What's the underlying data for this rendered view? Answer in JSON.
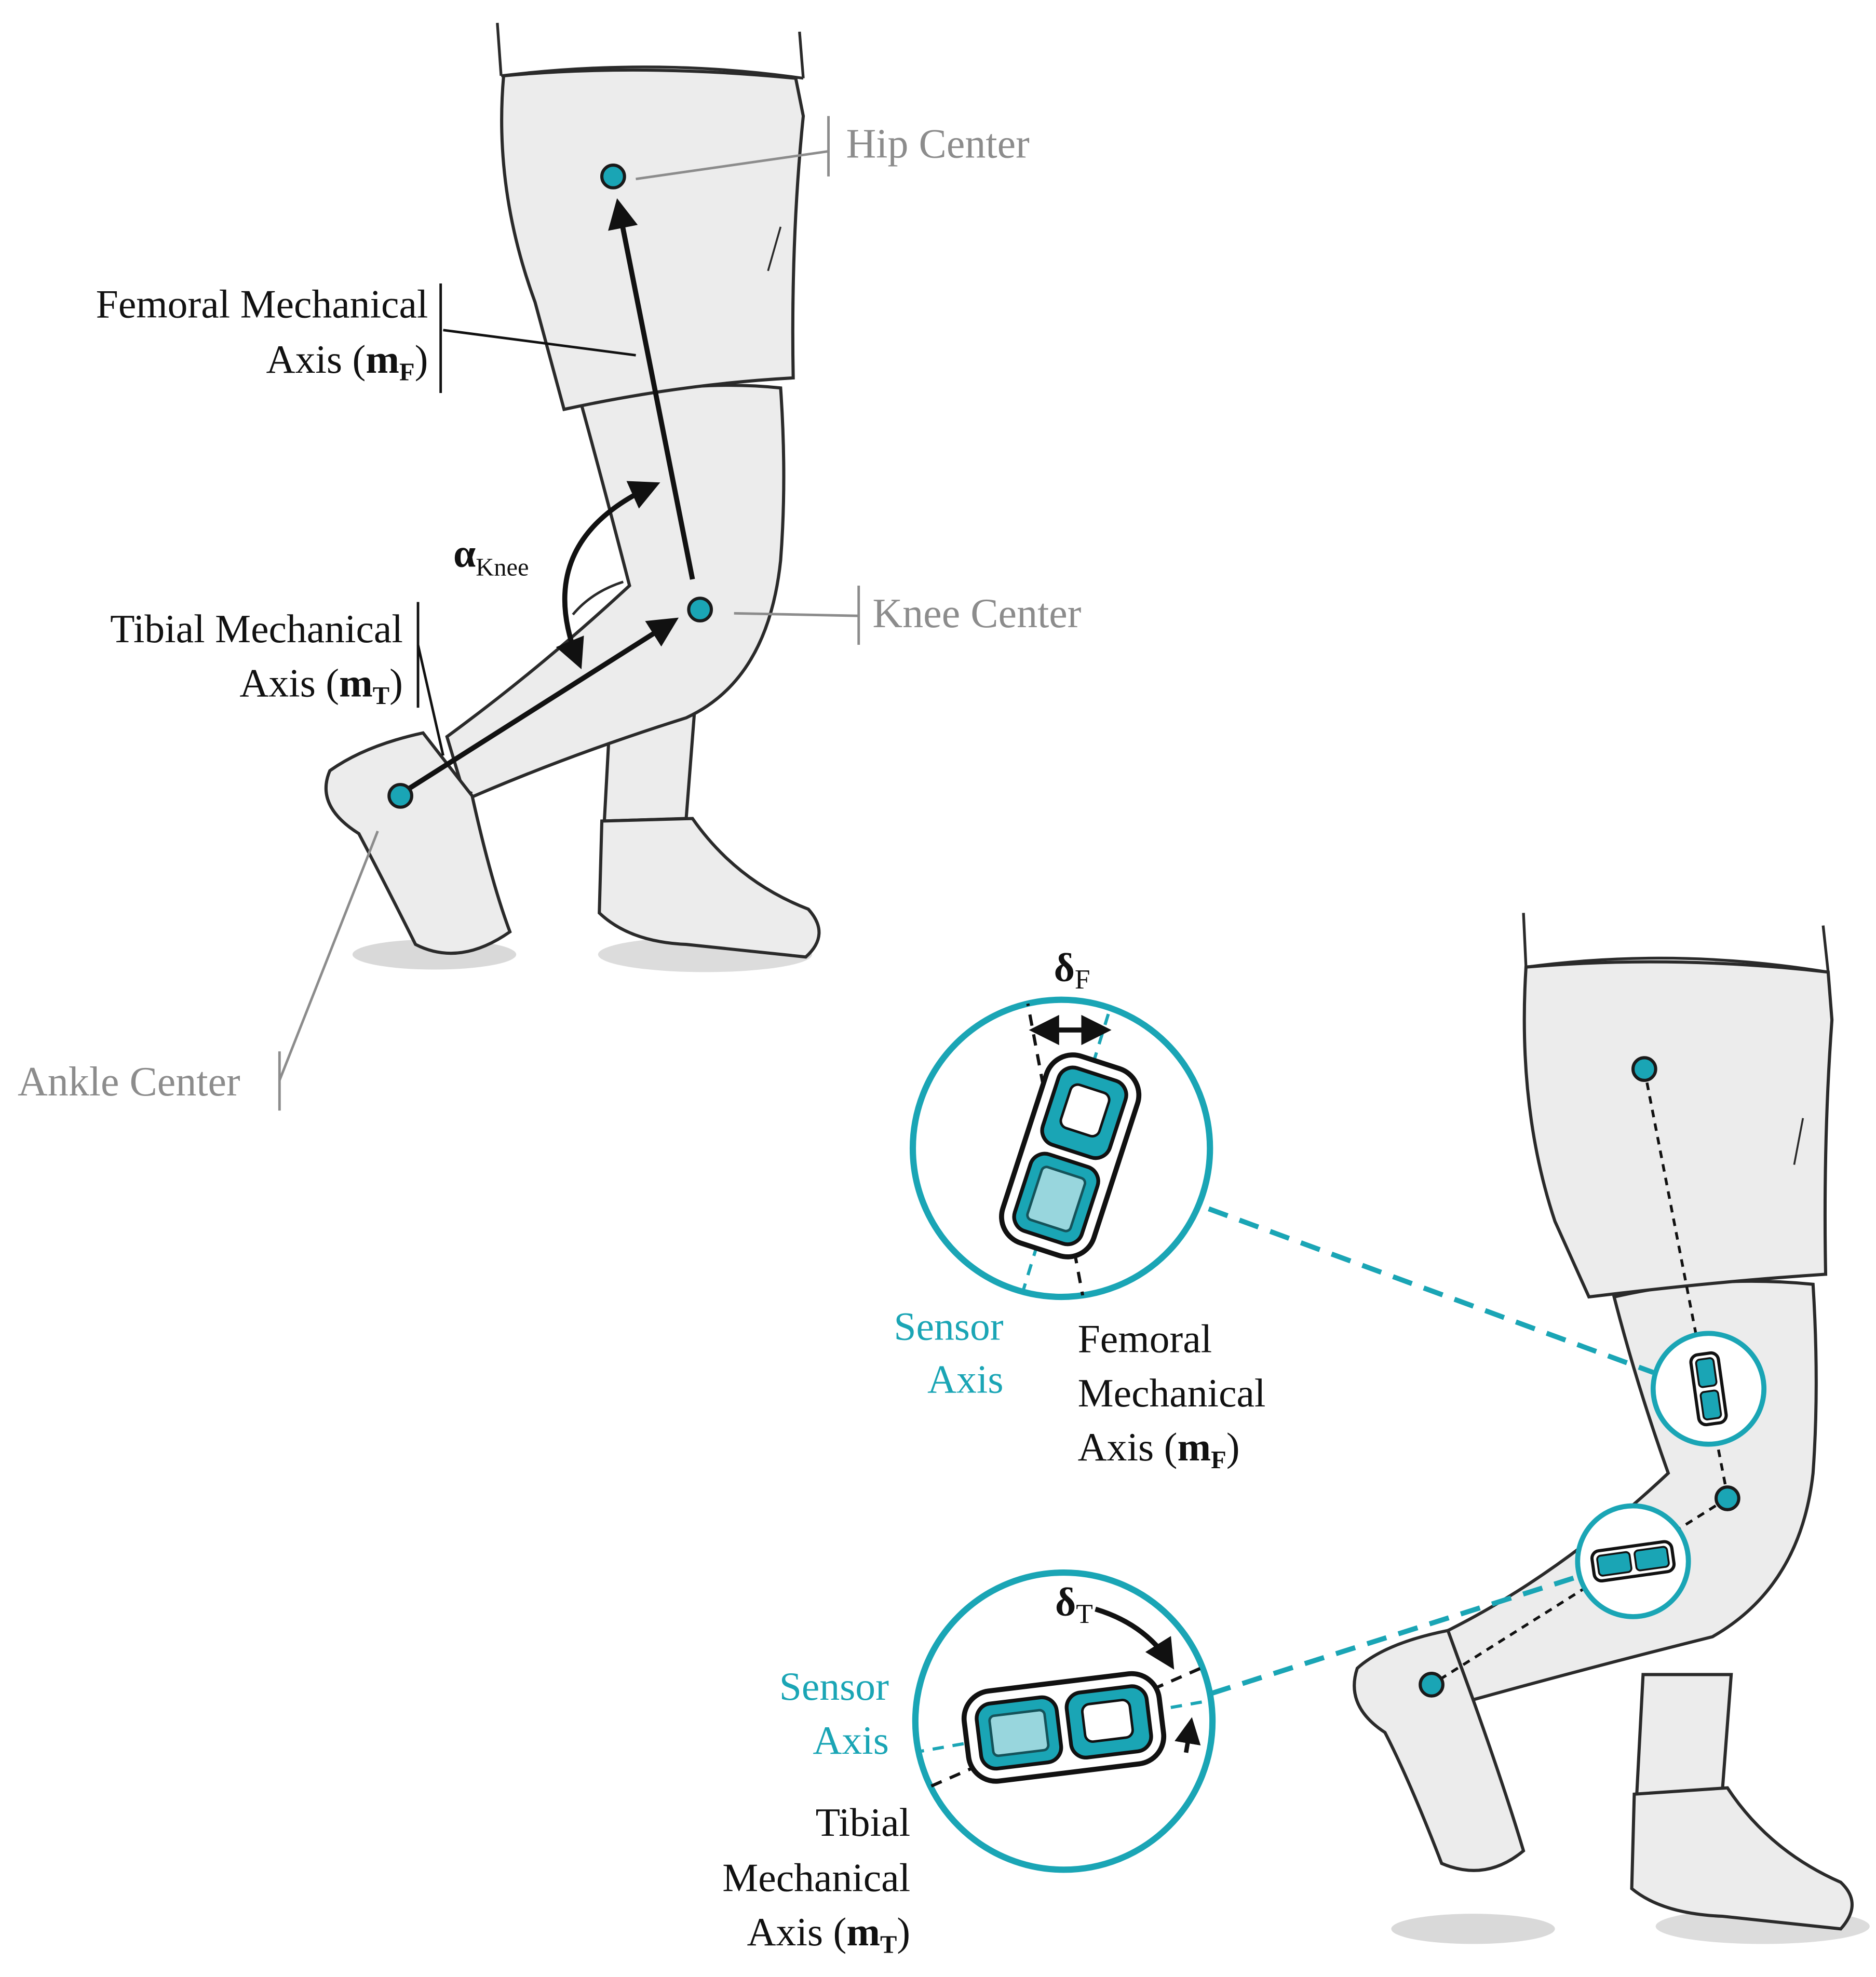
{
  "colors": {
    "accent_teal": "#1aa5b5",
    "skin_gray": "#ececec",
    "outline": "#2a2a2a",
    "leader_gray": "#8c8c8c"
  },
  "top_figure": {
    "hip_center": "Hip Center",
    "knee_center": "Knee Center",
    "ankle_center": "Ankle Center",
    "femoral_axis_line1": "Femoral Mechanical",
    "femoral_axis_line2_prefix": "Axis (",
    "femoral_axis_symbol": "m",
    "femoral_axis_sub": "F",
    "femoral_axis_suffix": ")",
    "tibial_axis_line1": "Tibial Mechanical",
    "tibial_axis_line2_prefix": "Axis (",
    "tibial_axis_symbol": "m",
    "tibial_axis_sub": "T",
    "tibial_axis_suffix": ")",
    "knee_angle_symbol": "α",
    "knee_angle_sub": "Knee"
  },
  "bottom_figure": {
    "delta_f_symbol": "δ",
    "delta_f_sub": "F",
    "sensor_axis_upper_line1": "Sensor",
    "sensor_axis_upper_line2": "Axis",
    "femoral_axis_line1": "Femoral",
    "femoral_axis_line2": "Mechanical",
    "femoral_axis_line3_prefix": "Axis (",
    "femoral_axis_symbol": "m",
    "femoral_axis_sub": "F",
    "femoral_axis_suffix": ")",
    "delta_t_symbol": "δ",
    "delta_t_sub": "T",
    "sensor_axis_lower_line1": "Sensor",
    "sensor_axis_lower_line2": "Axis",
    "tibial_axis_line1": "Tibial",
    "tibial_axis_line2": "Mechanical",
    "tibial_axis_line3_prefix": "Axis (",
    "tibial_axis_symbol": "m",
    "tibial_axis_sub": "T",
    "tibial_axis_suffix": ")"
  }
}
